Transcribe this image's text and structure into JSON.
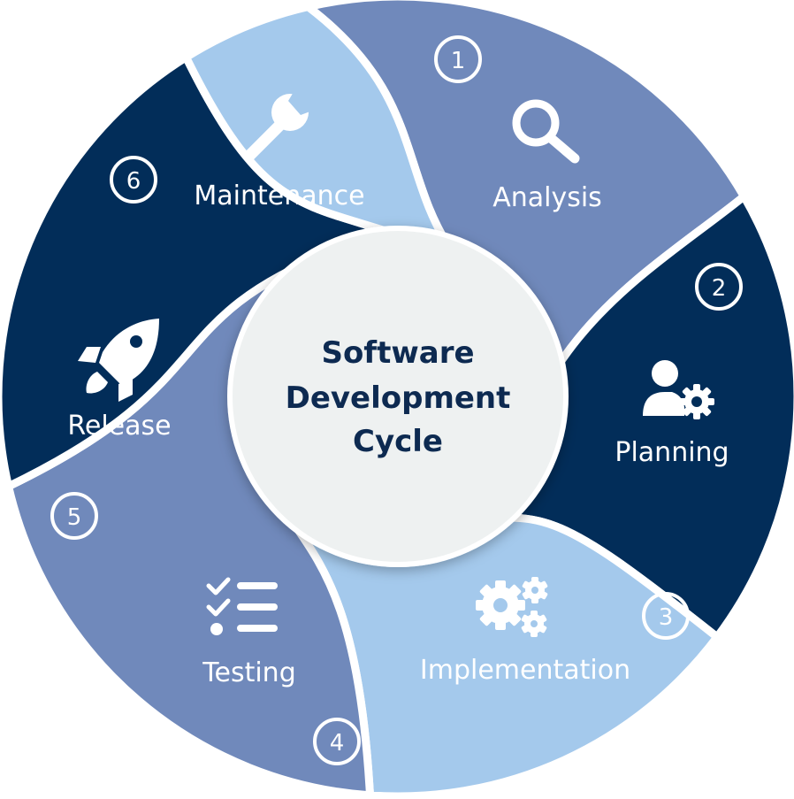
{
  "center": {
    "title_lines": [
      "Software",
      "Development",
      "Cycle"
    ]
  },
  "colors": {
    "navy": "#022d59",
    "medium_blue": "#7089bb",
    "light_blue": "#a4c9ec",
    "white": "#ffffff",
    "center_fill": "#eef1f1",
    "center_text": "#0d2a51"
  },
  "stages": [
    {
      "number": "1",
      "label": "Analysis",
      "icon": "magnifier-icon",
      "color": "#7089bb"
    },
    {
      "number": "2",
      "label": "Planning",
      "icon": "user-gear-icon",
      "color": "#022d59"
    },
    {
      "number": "3",
      "label": "Implementation",
      "icon": "gears-icon",
      "color": "#a4c9ec"
    },
    {
      "number": "4",
      "label": "Testing",
      "icon": "checklist-icon",
      "color": "#7089bb"
    },
    {
      "number": "5",
      "label": "Release",
      "icon": "rocket-icon",
      "color": "#022d59"
    },
    {
      "number": "6",
      "label": "Maintenance",
      "icon": "wrench-icon",
      "color": "#a4c9ec"
    }
  ]
}
